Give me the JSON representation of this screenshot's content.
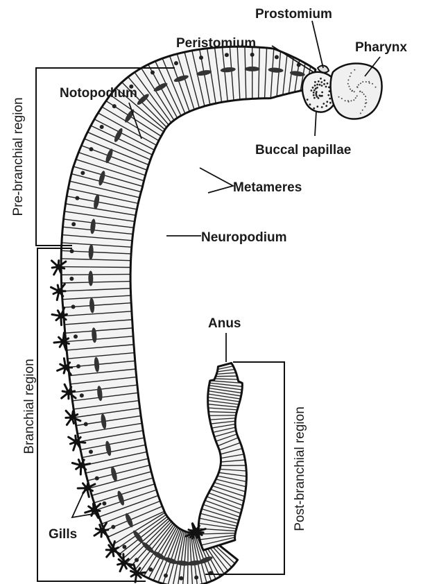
{
  "labels": {
    "prostomium": "Prostomium",
    "peristomium": "Peristomium",
    "pharynx": "Pharynx",
    "notopodium": "Notopodium",
    "buccal_papillae": "Buccal papillae",
    "metameres": "Metameres",
    "neuropodium": "Neuropodium",
    "anus": "Anus",
    "gills": "Gills"
  },
  "regions": {
    "pre_branchial": "Pre-branchial region",
    "branchial": "Branchial region",
    "post_branchial": "Post-branchial region"
  }
}
